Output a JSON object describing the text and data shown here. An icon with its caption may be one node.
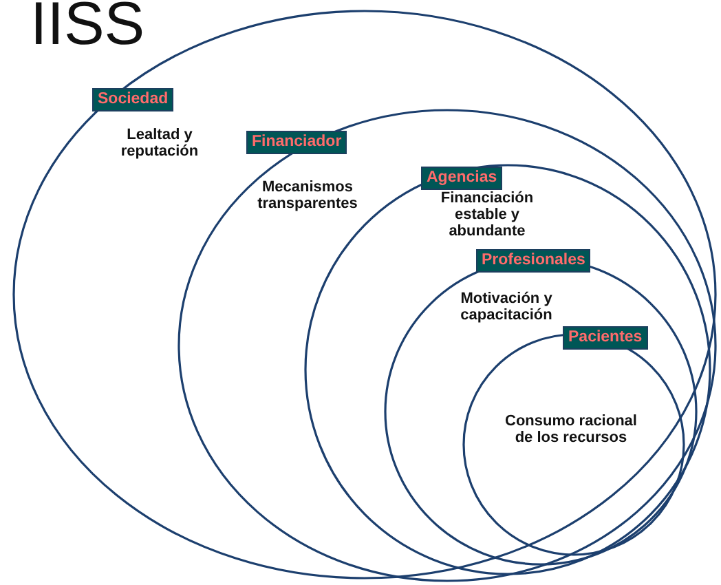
{
  "diagram": {
    "title": "IISS",
    "nodes": [
      {
        "text": [
          "Sociedad",
          "Lealtad y reputación"
        ]
      },
      {
        "text": [
          "Financiador",
          "Mecanismos transparentes"
        ],
        "in": 0
      },
      {
        "text": [
          "Agencias",
          "Financiación estable y abundante"
        ],
        "in": 1
      },
      {
        "text": [
          "Profesionales",
          "Motivación y capacitación"
        ],
        "in": 2
      },
      {
        "text": [
          "Pacientes",
          "Consumo racional de los recursos"
        ],
        "in": 3
      }
    ]
  }
}
